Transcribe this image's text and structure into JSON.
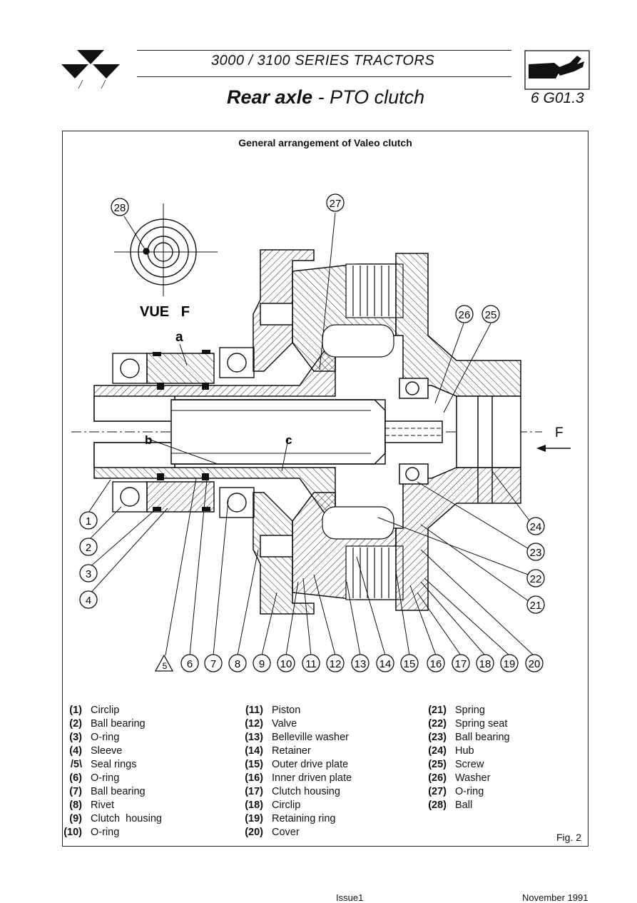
{
  "header": {
    "series": "3000 / 3100 SERIES  TRACTORS",
    "title_bold": "Rear axle",
    "title_sep": " - ",
    "title_rest": "PTO clutch",
    "code": "6 G01.3"
  },
  "figure": {
    "title": "General arrangement of Valeo clutch",
    "view_label": "VUE   F",
    "label_a": "a",
    "label_b": "b",
    "label_c": "c",
    "label_f": "F",
    "fig_label": "Fig. 2",
    "callouts_left": [
      "1",
      "2",
      "3",
      "4"
    ],
    "callouts_bottom": [
      "5",
      "6",
      "7",
      "8",
      "9",
      "10",
      "11",
      "12",
      "13",
      "14",
      "15",
      "16",
      "17",
      "18",
      "19",
      "20"
    ],
    "callouts_right": [
      "21",
      "22",
      "23",
      "24"
    ],
    "callouts_top": [
      "25",
      "26",
      "27",
      "28"
    ]
  },
  "legend": {
    "col1": [
      {
        "num": "(1)",
        "name": "Circlip"
      },
      {
        "num": "(2)",
        "name": "Ball bearing"
      },
      {
        "num": "(3)",
        "name": "O-ring"
      },
      {
        "num": "(4)",
        "name": "Sleeve"
      },
      {
        "num": "/5\\",
        "name": "Seal rings"
      },
      {
        "num": "(6)",
        "name": "O-ring"
      },
      {
        "num": "(7)",
        "name": "Ball bearing"
      },
      {
        "num": "(8)",
        "name": "Rivet"
      },
      {
        "num": "(9)",
        "name": "Clutch  housing"
      },
      {
        "num": "(10)",
        "name": "O-ring"
      }
    ],
    "col2": [
      {
        "num": "(11)",
        "name": "Piston"
      },
      {
        "num": "(12)",
        "name": "Valve"
      },
      {
        "num": "(13)",
        "name": "Belleville washer"
      },
      {
        "num": "(14)",
        "name": "Retainer"
      },
      {
        "num": "(15)",
        "name": "Outer drive plate"
      },
      {
        "num": "(16)",
        "name": "Inner driven plate"
      },
      {
        "num": "(17)",
        "name": "Clutch housing"
      },
      {
        "num": "(18)",
        "name": "Circlip"
      },
      {
        "num": "(19)",
        "name": "Retaining ring"
      },
      {
        "num": "(20)",
        "name": "Cover"
      }
    ],
    "col3": [
      {
        "num": "(21)",
        "name": "Spring"
      },
      {
        "num": "(22)",
        "name": "Spring seat"
      },
      {
        "num": "(23)",
        "name": "Ball bearing"
      },
      {
        "num": "(24)",
        "name": "Hub"
      },
      {
        "num": "(25)",
        "name": "Screw"
      },
      {
        "num": "(26)",
        "name": "Washer"
      },
      {
        "num": "(27)",
        "name": "O-ring"
      },
      {
        "num": "(28)",
        "name": "Ball"
      }
    ]
  },
  "footer": {
    "issue": "Issue1",
    "date": "November 1991"
  }
}
